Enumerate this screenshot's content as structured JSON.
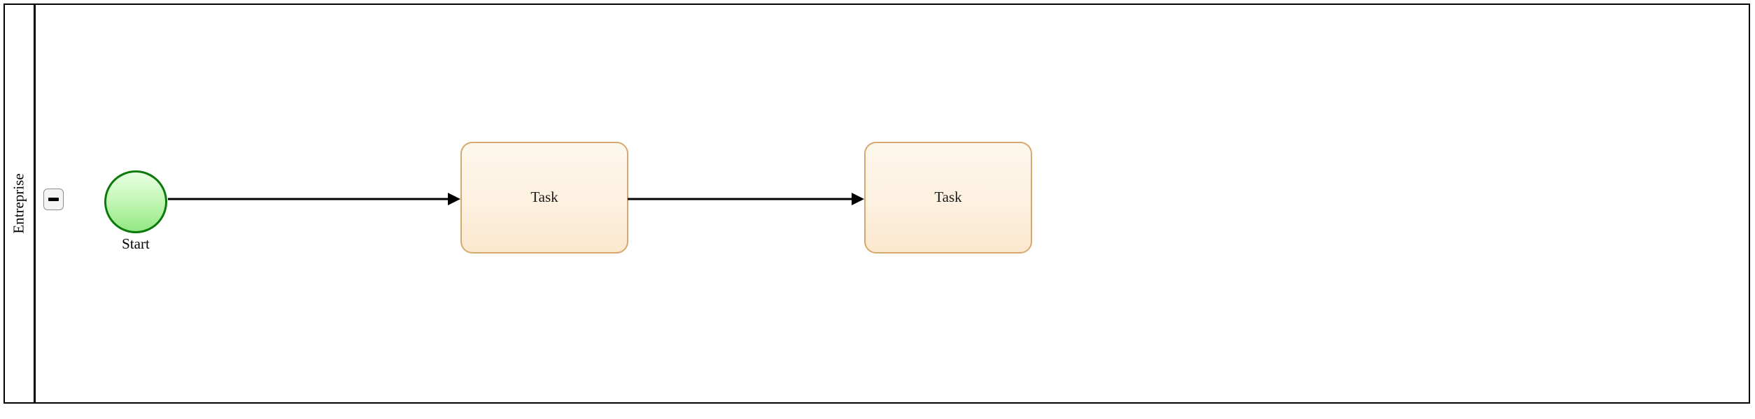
{
  "diagram": {
    "type": "bpmn-process",
    "pool": {
      "lane_label": "Entreprise",
      "collapse_button": {
        "icon": "minus-icon",
        "state": "expanded"
      }
    },
    "nodes": [
      {
        "id": "start-event",
        "kind": "start-event",
        "label": "Start",
        "shape": "circle",
        "fill_top": "#e9ffe2",
        "fill_bottom": "#93e883",
        "stroke": "#0a7a0a"
      },
      {
        "id": "task-1",
        "kind": "task",
        "label": "Task",
        "shape": "rounded-rectangle",
        "fill_top": "#fdf7ec",
        "fill_bottom": "#fbe7cd",
        "stroke": "#d7a86e"
      },
      {
        "id": "task-2",
        "kind": "task",
        "label": "Task",
        "shape": "rounded-rectangle",
        "fill_top": "#fdf7ec",
        "fill_bottom": "#fbe7cd",
        "stroke": "#d7a86e"
      }
    ],
    "flows": [
      {
        "id": "flow-1",
        "from": "start-event",
        "to": "task-1",
        "style": "solid-arrow",
        "color": "#000000"
      },
      {
        "id": "flow-2",
        "from": "task-1",
        "to": "task-2",
        "style": "solid-arrow",
        "color": "#000000"
      }
    ]
  }
}
